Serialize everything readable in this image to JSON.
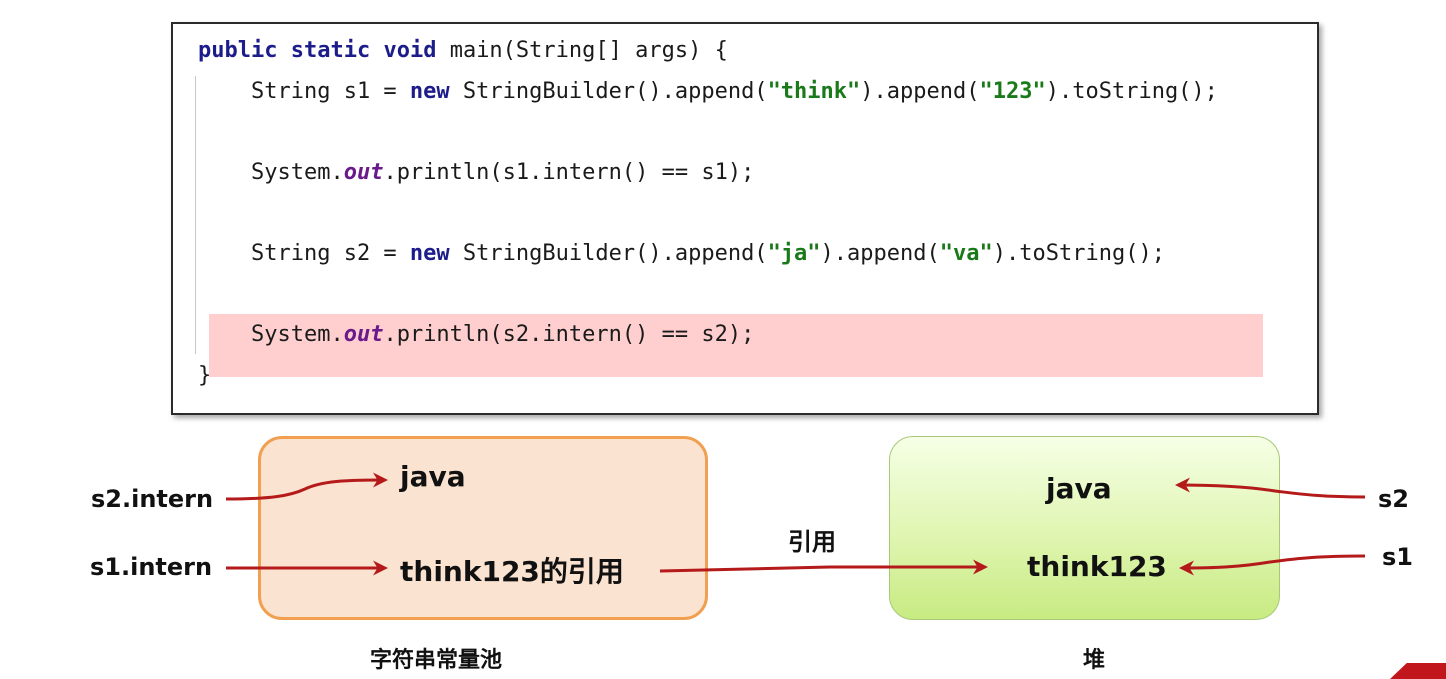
{
  "code": {
    "lines": [
      "public static void main(String[] args) {",
      "    String s1 = new StringBuilder().append(\"think\").append(\"123\").toString();",
      "    System.out.println(s1.intern() == s1);",
      "    String s2 = new StringBuilder().append(\"ja\").append(\"va\").toString();",
      "    System.out.println(s2.intern() == s2);",
      "}"
    ],
    "highlighted_line": 5
  },
  "pool": {
    "caption": "字符串常量池",
    "items": [
      "java",
      "think123的引用"
    ]
  },
  "heap": {
    "caption": "堆",
    "items": [
      "java",
      "think123"
    ]
  },
  "refs": {
    "s2_intern": "s2.intern",
    "s1_intern": "s1.intern",
    "s2": "s2",
    "s1": "s1",
    "reference_label": "引用"
  },
  "colors": {
    "arrow": "#b51a1a",
    "highlight": "#ffcfcf",
    "pool_border": "#f0a050",
    "pool_fill": "#fbe3d1",
    "heap_fill": "#dff5b0"
  }
}
